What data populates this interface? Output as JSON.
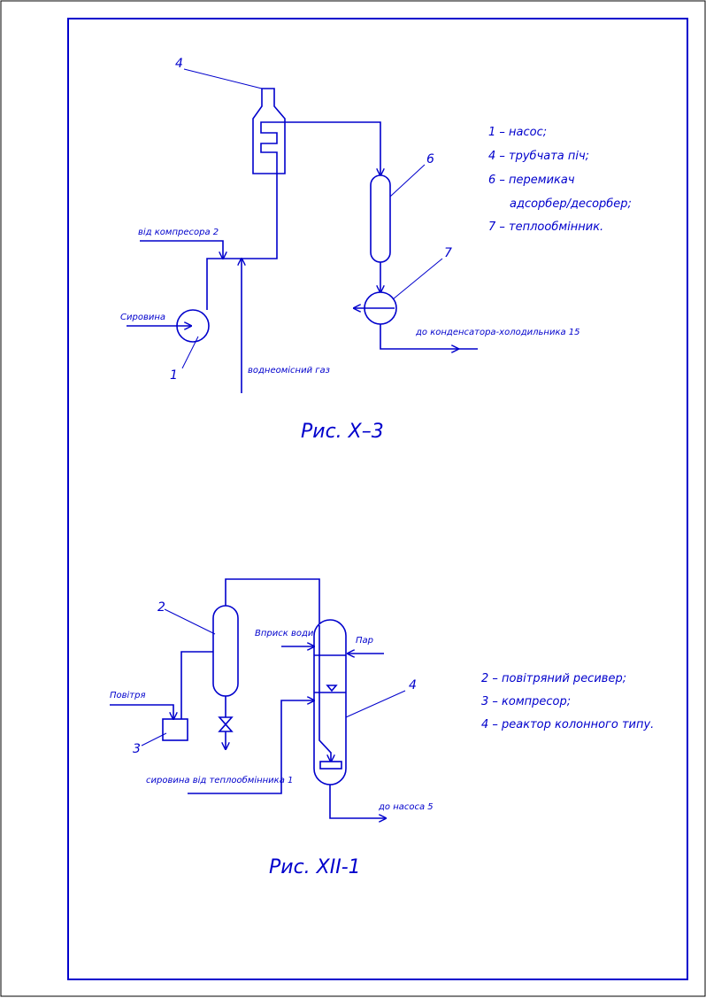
{
  "figure1": {
    "caption": "Рис. Х–3",
    "streams": {
      "compressor": "від компресора 2",
      "feed": "Сировина",
      "hydrogen": "воднеомісний газ",
      "to_condenser": "до конденсатора-холодильника 15"
    },
    "numbers": {
      "pump": "1",
      "furnace": "4",
      "switch": "6",
      "exchanger": "7"
    },
    "legend": [
      "1 – насос;",
      "4 – трубчата піч;",
      "6 – перемикач",
      "адсорбер/десорбер;",
      "7 – теплообмінник."
    ]
  },
  "figure2": {
    "caption": "Рис. XII-1",
    "streams": {
      "water": "Вприск води",
      "steam": "Пар",
      "air": "Повітря",
      "feed": "сировина від теплообмінника 1",
      "to_pump": "до насоса 5"
    },
    "numbers": {
      "receiver": "2",
      "compressor": "3",
      "reactor": "4"
    },
    "legend": [
      "2 – повітряний ресивер;",
      "3 – компресор;",
      "4 – реактор колонного типу."
    ]
  },
  "colors": {
    "line": "#0000cc",
    "frame": "#0000cc",
    "border": "#000000"
  }
}
